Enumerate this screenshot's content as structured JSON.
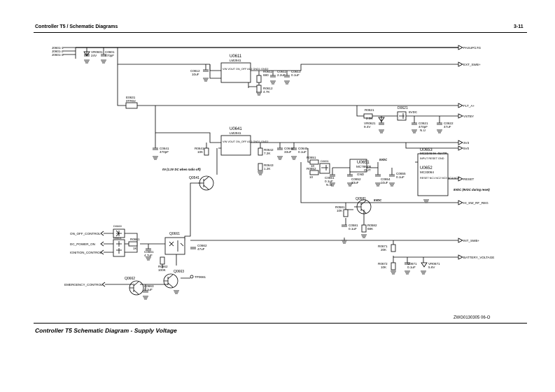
{
  "header": {
    "title": "Controller T5 / Schematic Diagrams",
    "page": "3-11"
  },
  "caption": "Controller T5 Schematic Diagram - Supply Voltage",
  "figure_ref": "ZWG0130305 06-O",
  "connectors": [
    "J0601-1",
    "J0601-2",
    "J0601-3"
  ],
  "nets": {
    "pasup": "PASUP/LTG",
    "ext_sw": "EXT_SWB+",
    "flt_a": "FLT_A+",
    "vstby": "VSTBY",
    "v3": "3V3",
    "v5": "5V0",
    "reset": "RESET",
    "hi_sw": "HI_SW_RF_REG",
    "int_sw": "INT_SWB+",
    "battery": "BATTERY_VOLTAGE",
    "on_off": "ON_OFF_CONTROL",
    "dc_power": "DC_POWER_ON",
    "ignition": "IGNITION_CONTROL",
    "emergency": "EMERGENCY_CONTROL",
    "tp": "TP0661"
  },
  "ics": {
    "u0611": {
      "ref": "U0611",
      "part": "LM2941",
      "pins": "VIN  VOUT  ON_OFF  ADJ  GND1 GND2"
    },
    "u0641": {
      "ref": "U0641",
      "part": "LM2941",
      "pins": "VIN  VOUT  ON_OFF  ADJ  GND1 GND2"
    },
    "u0651": {
      "ref": "U0651",
      "part": "MC78M05",
      "pin_out": "OUT",
      "pin_gnd": "GND"
    },
    "u0653": {
      "ref": "U0653",
      "part": "MC33464H-45ATR",
      "pins": "INPUT  RESET  GND"
    },
    "u0652": {
      "ref": "U0652",
      "part": "MC33064",
      "pins": "RESET  NC1 NC2 NC3 NC4 NC5"
    }
  },
  "transistors": {
    "q0541": "Q0541",
    "q0581": "Q0581",
    "q0661": "Q0661",
    "q0662": "Q0662",
    "q0663": "Q0663"
  },
  "parts": {
    "vr0601": [
      "VR0601",
      "24V"
    ],
    "c0601": [
      "C0601",
      "470pF"
    ],
    "c0612": [
      "C0612",
      "10uF"
    ],
    "r0611": [
      "R0611",
      "680"
    ],
    "c0611": [
      "C0611",
      "2.2uF"
    ],
    "c0613": [
      "C0613",
      "0.1uF"
    ],
    "r0612": [
      "R0612",
      "4.7K"
    ],
    "e0631": [
      "E0631",
      "0TR02"
    ],
    "r0621": [
      "R0621",
      "2.0K"
    ],
    "d0621": [
      "D0621",
      "8VDC"
    ],
    "vr0621": [
      "VR0621",
      "9.4V"
    ],
    "c0621": [
      "C0621",
      "470pF",
      "N.U"
    ],
    "c0622": [
      "C0622",
      "47uF"
    ],
    "c0641": [
      "C0641",
      "470pF"
    ],
    "r0641": [
      "R0641",
      "10K"
    ],
    "r0642": [
      "R0642",
      "7.2K"
    ],
    "c0644": [
      "C0644",
      "33uF"
    ],
    "c0645": [
      "C0645",
      "0.1uF"
    ],
    "r0643": [
      "R0643",
      "1.2K"
    ],
    "r0651": [
      "R0651",
      "10"
    ],
    "d0651": "D0651",
    "r0652": [
      "R0652",
      "10"
    ],
    "c0651": [
      "C0651",
      "0.1uF",
      "N.U"
    ],
    "c0652": [
      "C0652",
      "33uF"
    ],
    "c0654": [
      "C0654",
      "10uF"
    ],
    "c0655": [
      "C0655",
      "0.1uF"
    ],
    "r0581": [
      "R0581",
      "10K"
    ],
    "c0581": [
      "C0581",
      "0.1uF"
    ],
    "r0582": [
      "R0582",
      "68K"
    ],
    "d0660": "D0660",
    "d0661": "D0661",
    "r0661": [
      "R0661",
      "1K"
    ],
    "c0661": [
      "C0661",
      "4.7uF"
    ],
    "c0662": [
      "C0662",
      "47uF"
    ],
    "r0662": [
      "R0662",
      "100K"
    ],
    "c0663": [
      "C0663",
      "0.1uF"
    ],
    "r0671": [
      "R0671",
      "20K"
    ],
    "r0672": [
      "R0672",
      "10K"
    ],
    "c0671": [
      "C0671",
      "0.1uF"
    ],
    "vr0671": [
      "VR0671",
      "5.6V"
    ]
  },
  "notes": {
    "sw_note": "0V (1.3V DC when radio off)",
    "vdc_note": "8VDC (9VDC during reset)",
    "v5_u0651": "5VDC",
    "v5_q0581": "5VDC"
  }
}
